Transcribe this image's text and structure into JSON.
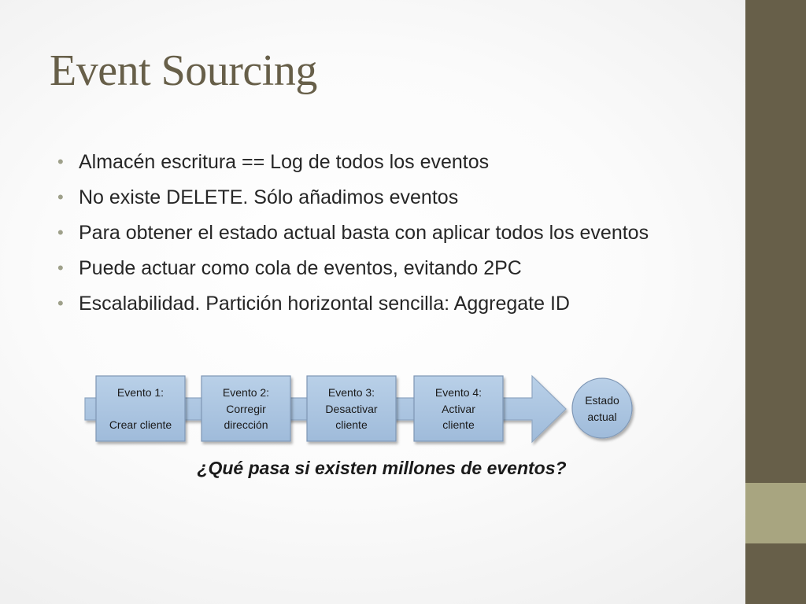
{
  "slide": {
    "title": "Event Sourcing",
    "bullets": [
      "Almacén escritura == Log de todos los eventos",
      "No existe DELETE. Sólo añadimos eventos",
      "Para obtener el estado actual basta con aplicar todos los eventos",
      "Puede actuar como cola de eventos, evitando 2PC",
      "Escalabilidad. Partición horizontal sencilla: Aggregate ID"
    ],
    "diagram": {
      "events": [
        "Evento 1:\n\nCrear cliente",
        "Evento 2:\nCorregir\ndirección",
        "Evento 3:\nDesactivar\ncliente",
        "Evento 4:\nActivar\ncliente"
      ],
      "result": "Estado\nactual"
    },
    "question": "¿Qué pasa si existen millones de eventos?"
  },
  "colors": {
    "title": "#675f49",
    "sidebar": "#675f49",
    "sidebar_accent": "#a8a580",
    "bullet": "#9ea08a",
    "box_fill": "#a9c4e0",
    "box_border": "#7f97b5"
  }
}
